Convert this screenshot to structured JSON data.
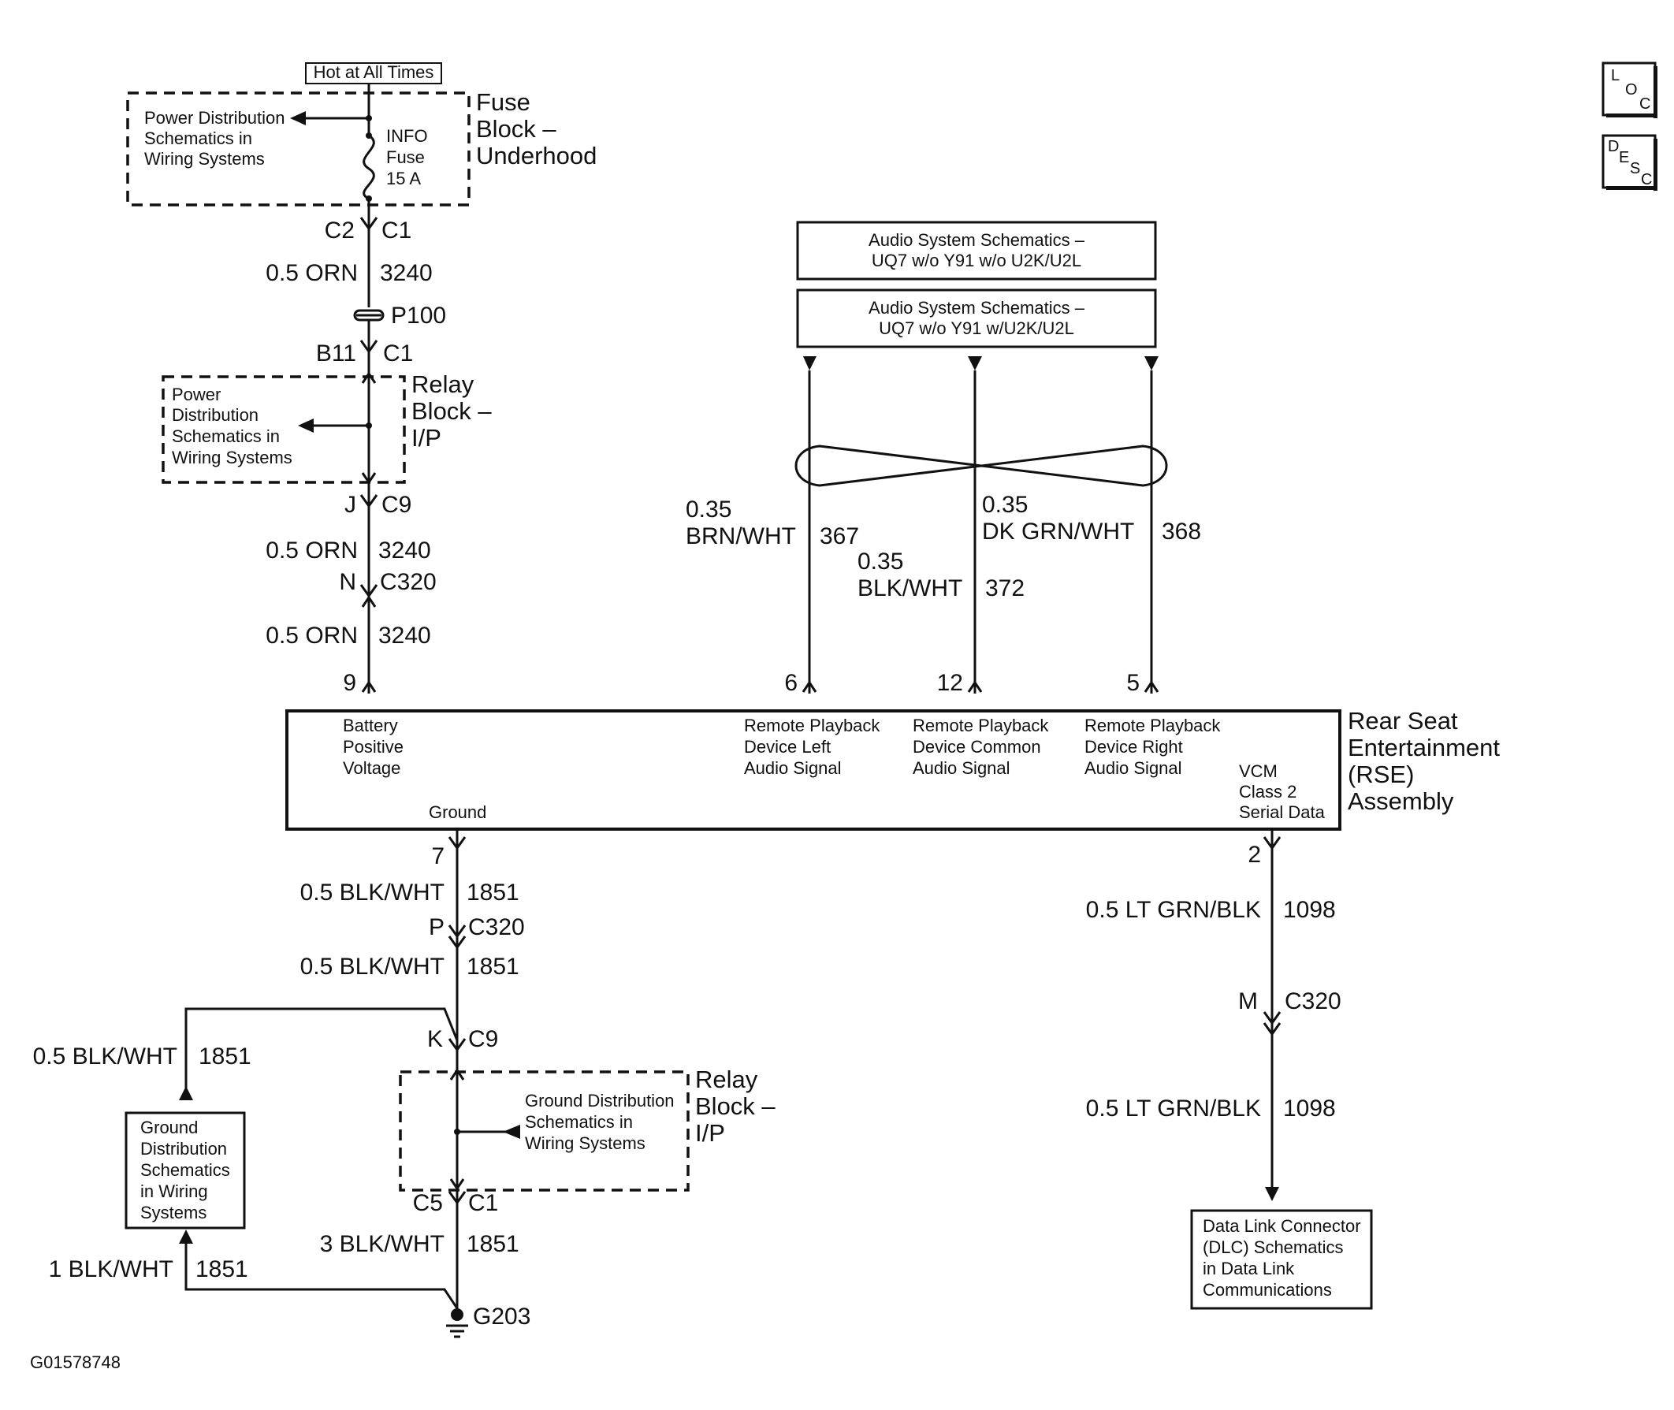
{
  "labels": {
    "hot": "Hot at All Times",
    "fuse_block_1": "Fuse",
    "fuse_block_2": "Block –",
    "fuse_block_3": "Underhood",
    "pds_top_1": "Power Distribution",
    "pds_top_2": "Schematics in",
    "pds_top_3": "Wiring Systems",
    "fuse_name_1": "INFO",
    "fuse_name_2": "Fuse",
    "fuse_name_3": "15 A",
    "c2": "C2",
    "c1_a": "C1",
    "orn_a": "0.5 ORN",
    "ckt_3240_a": "3240",
    "p100": "P100",
    "b11": "B11",
    "c1_b": "C1",
    "relay_1": "Relay",
    "relay_2": "Block –",
    "relay_3": "I/P",
    "pds_relay_1": "Power",
    "pds_relay_2": "Distribution",
    "pds_relay_3": "Schematics in",
    "pds_relay_4": "Wiring Systems",
    "j": "J",
    "c9_a": "C9",
    "orn_b": "0.5 ORN",
    "ckt_3240_b": "3240",
    "n": "N",
    "c320_a": "C320",
    "orn_c": "0.5 ORN",
    "ckt_3240_c": "3240",
    "pin_9": "9",
    "audio1_1": "Audio System Schematics –",
    "audio1_2": "UQ7 w/o Y91 w/o U2K/U2L",
    "audio2_1": "Audio System Schematics –",
    "audio2_2": "UQ7 w/o Y91 w/U2K/U2L",
    "brn_1": "0.35",
    "brn_2": "BRN/WHT",
    "ckt_367": "367",
    "blk_1": "0.35",
    "blk_2": "BLK/WHT",
    "ckt_372": "372",
    "dkgrn_1": "0.35",
    "dkgrn_2": "DK GRN/WHT",
    "ckt_368": "368",
    "pin_6": "6",
    "pin_12": "12",
    "pin_5": "5",
    "rse_1": "Rear Seat",
    "rse_2": "Entertainment",
    "rse_3": "(RSE)",
    "rse_4": "Assembly",
    "bpv_1": "Battery",
    "bpv_2": "Positive",
    "bpv_3": "Voltage",
    "ground": "Ground",
    "rl_1": "Remote Playback",
    "rl_2": "Device Left",
    "rl_3": "Audio Signal",
    "rc_1": "Remote Playback",
    "rc_2": "Device Common",
    "rc_3": "Audio Signal",
    "rr_1": "Remote Playback",
    "rr_2": "Device Right",
    "rr_3": "Audio Signal",
    "vcm_1": "VCM",
    "vcm_2": "Class 2",
    "vcm_3": "Serial Data",
    "pin_7": "7",
    "blkwht_a": "0.5 BLK/WHT",
    "ckt_1851_a": "1851",
    "p": "P",
    "c320_b": "C320",
    "blkwht_b": "0.5 BLK/WHT",
    "ckt_1851_b": "1851",
    "blkwht_c": "0.5 BLK/WHT",
    "ckt_1851_c": "1851",
    "k": "K",
    "c9_b": "C9",
    "relay2_1": "Relay",
    "relay2_2": "Block –",
    "relay2_3": "I/P",
    "gds_relay_1": "Ground Distribution",
    "gds_relay_2": "Schematics in",
    "gds_relay_3": "Wiring Systems",
    "gds_left_1": "Ground",
    "gds_left_2": "Distribution",
    "gds_left_3": "Schematics",
    "gds_left_4": "in Wiring",
    "gds_left_5": "Systems",
    "c5": "C5",
    "c1_c": "C1",
    "blkwht_3": "3 BLK/WHT",
    "ckt_1851_d": "1851",
    "blkwht_1": "1 BLK/WHT",
    "ckt_1851_e": "1851",
    "g203": "G203",
    "pin_2": "2",
    "ltgrn_a": "0.5 LT GRN/BLK",
    "ckt_1098_a": "1098",
    "m": "M",
    "c320_c": "C320",
    "ltgrn_b": "0.5 LT GRN/BLK",
    "ckt_1098_b": "1098",
    "dlc_1": "Data Link Connector",
    "dlc_2": "(DLC) Schematics",
    "dlc_3": "in Data Link",
    "dlc_4": "Communications",
    "figure_id": "G01578748",
    "loc_1": "L",
    "loc_2": "O",
    "loc_3": "C",
    "desc_1": "D",
    "desc_2": "E",
    "desc_3": "S",
    "desc_4": "C"
  }
}
